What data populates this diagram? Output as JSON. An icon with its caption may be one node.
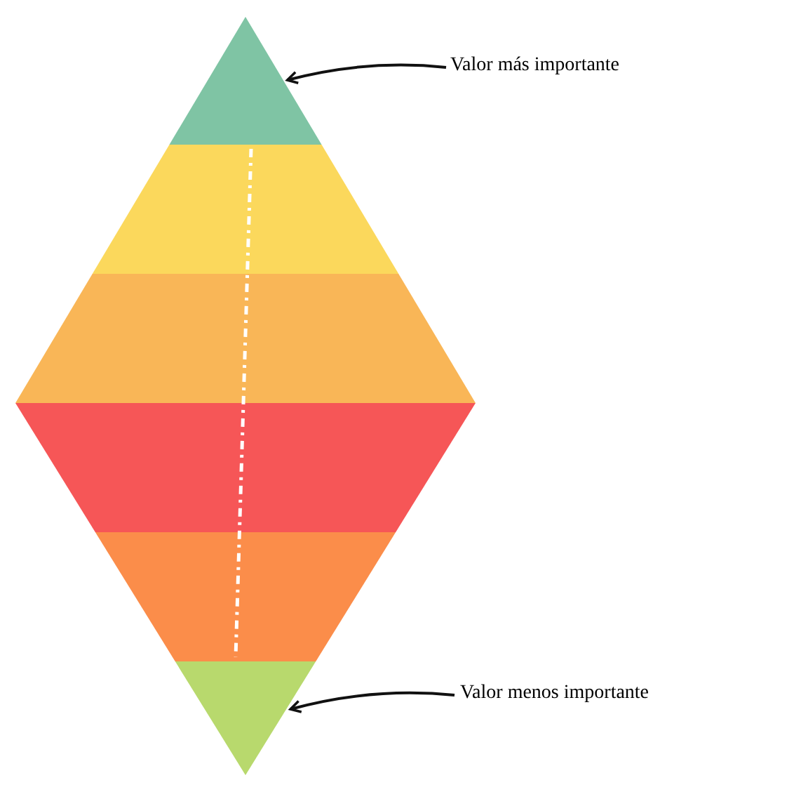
{
  "diagram": {
    "nodes": [
      {
        "text": [
          "Valor más importante"
        ]
      },
      {
        "text": [],
        "shape": "triangle"
      },
      {
        "text": [],
        "shape": "band"
      },
      {
        "text": [],
        "shape": "band"
      },
      {
        "text": [],
        "shape": "band"
      },
      {
        "text": [],
        "shape": "band"
      },
      {
        "text": [],
        "shape": "triangle"
      },
      {
        "text": [
          "Valor menos importante"
        ]
      }
    ],
    "edges": [
      {
        "from": 0,
        "to": 1,
        "arrow": "to"
      },
      {
        "from": 7,
        "to": 6,
        "arrow": "to"
      }
    ]
  }
}
